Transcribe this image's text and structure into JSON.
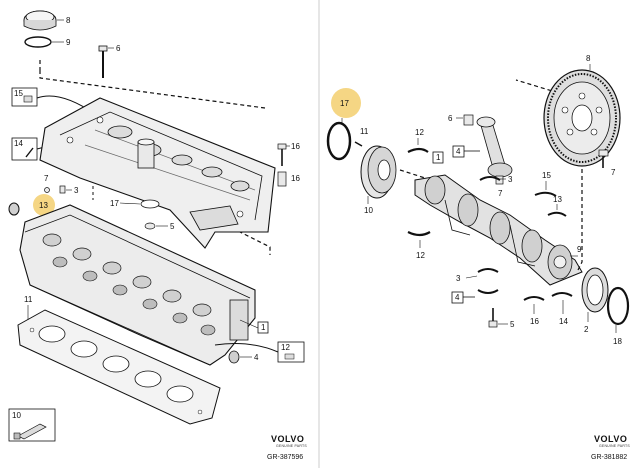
{
  "left": {
    "callouts": {
      "c8": "8",
      "c9": "9",
      "c6": "6",
      "c15": "15",
      "c14": "14",
      "c16": "16",
      "c7": "7",
      "c3": "3",
      "c13": "13",
      "c17": "17",
      "c5": "5",
      "c11": "11",
      "c1": "1",
      "c12": "12",
      "c4": "4",
      "c10": "10"
    },
    "brand": {
      "name": "VOLVO",
      "sub": "GENUINE PARTS"
    },
    "reference": "GR-387596"
  },
  "right": {
    "callouts": {
      "c17": "17",
      "c11": "11",
      "c10": "10",
      "c12a": "12",
      "c1": "1",
      "c8": "8",
      "c6": "6",
      "c4a": "4",
      "c7": "7",
      "c3a": "3",
      "c15": "15",
      "c13": "13",
      "c9": "9",
      "c12b": "12",
      "c3b": "3",
      "c4b": "4",
      "c5": "5",
      "c16": "16",
      "c14": "14",
      "c2": "2",
      "c18": "18"
    },
    "brand": {
      "name": "VOLVO",
      "sub": "GENUINE PARTS"
    },
    "reference": "GR-381882"
  },
  "colors": {
    "highlight": "#f5d684",
    "line": "#111111",
    "part_fill": "#e9e9e9",
    "part_dark": "#c8c8c8"
  }
}
